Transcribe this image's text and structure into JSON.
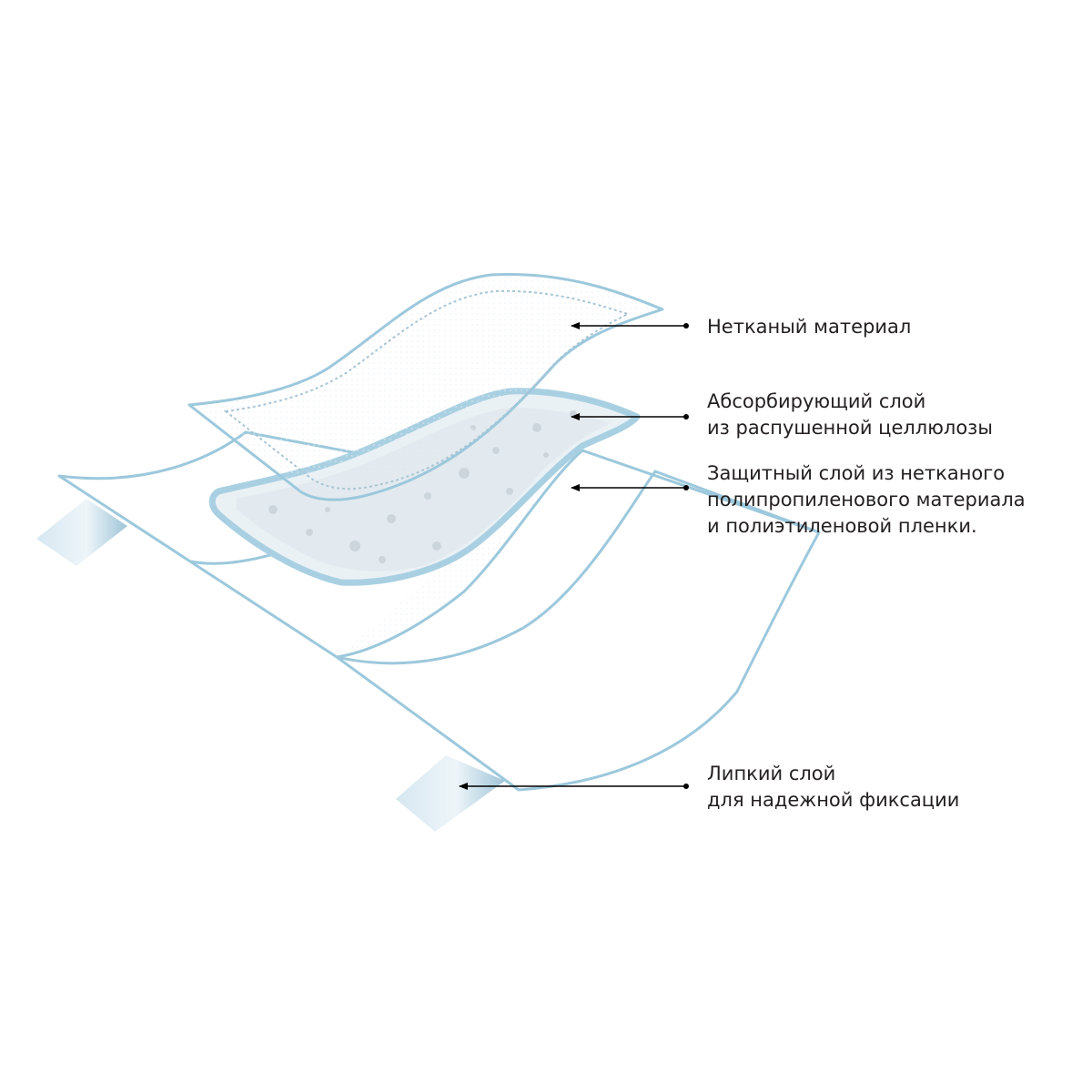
{
  "colors": {
    "outline": "#9cc8dc",
    "core_fill": "#e9f1f6",
    "tape_fill": "#cfe3ee",
    "text": "#231f20",
    "arrow": "#000000"
  },
  "callouts": {
    "nonwoven": {
      "lines": [
        "Нетканый материал"
      ]
    },
    "absorbent": {
      "lines": [
        "Абсорбирующий слой",
        "из распушенной целлюлозы"
      ]
    },
    "protective": {
      "lines": [
        "Защитный слой из нетканого",
        "полипропиленового материала",
        "и полиэтиленовой пленки."
      ]
    },
    "adhesive": {
      "lines": [
        "Липкий слой",
        "для надежной фиксации"
      ]
    }
  }
}
